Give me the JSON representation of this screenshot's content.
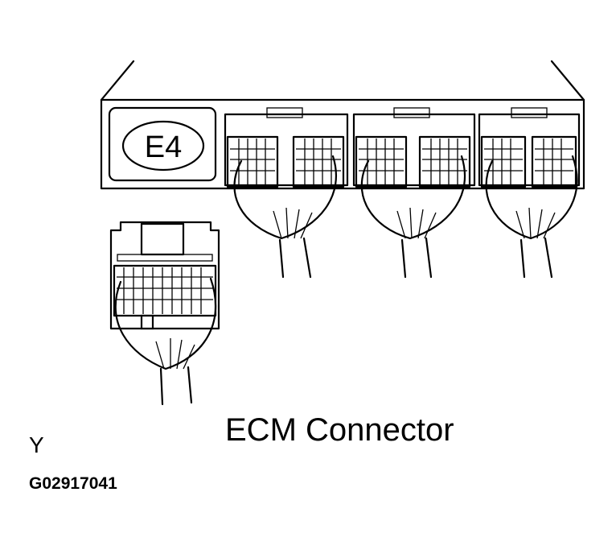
{
  "figure": {
    "caption": "ECM Connector",
    "view_letter": "Y",
    "figure_code": "G02917041",
    "connector_label": "E4"
  },
  "colors": {
    "ink": "#000000",
    "paper": "#ffffff"
  }
}
